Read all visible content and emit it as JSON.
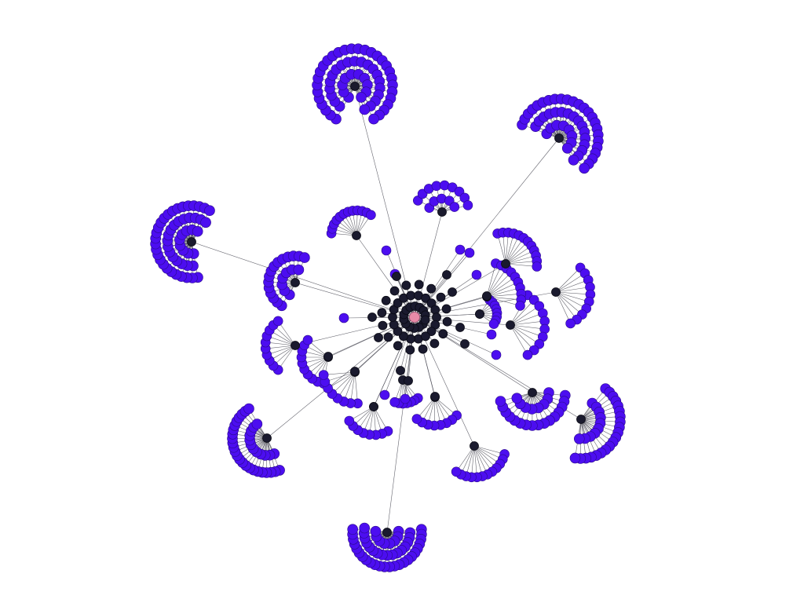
{
  "graph": {
    "layout": "radial-tree",
    "colors": {
      "background": "#ffffff",
      "root": "#e88aa8",
      "hub": "#1a1a2e",
      "leaf": "#4c0ef0",
      "edge": "#4a4a55"
    },
    "root": {
      "id": "root"
    },
    "inner_hub_count": 48,
    "clusters": [
      {
        "id": "cluster-top",
        "leaf_count": 60
      },
      {
        "id": "cluster-upper-right",
        "leaf_count": 48
      },
      {
        "id": "cluster-left",
        "leaf_count": 52
      },
      {
        "id": "cluster-lower-left",
        "leaf_count": 36
      },
      {
        "id": "cluster-bottom",
        "leaf_count": 48
      },
      {
        "id": "cluster-lower-right",
        "leaf_count": 30
      },
      {
        "id": "cluster-right-lower",
        "leaf_count": 24
      },
      {
        "id": "cluster-mid-left",
        "leaf_count": 22
      },
      {
        "id": "cluster-top-small",
        "leaf_count": 14
      },
      {
        "id": "cluster-upper-left-small",
        "leaf_count": 12
      },
      {
        "id": "cluster-right-upper",
        "leaf_count": 12
      },
      {
        "id": "cluster-right-small",
        "leaf_count": 10
      },
      {
        "id": "cluster-right-mid",
        "leaf_count": 10
      },
      {
        "id": "cluster-left-mid",
        "leaf_count": 10
      },
      {
        "id": "cluster-left-lower",
        "leaf_count": 10
      },
      {
        "id": "cluster-bottom-right-small",
        "leaf_count": 12
      },
      {
        "id": "cluster-bottom-small-a",
        "leaf_count": 8
      },
      {
        "id": "cluster-bottom-small-b",
        "leaf_count": 8
      },
      {
        "id": "cluster-bottom-small-c",
        "leaf_count": 7
      },
      {
        "id": "cluster-left-tiny",
        "leaf_count": 8
      },
      {
        "id": "cluster-upper-right-small",
        "leaf_count": 10
      },
      {
        "id": "cluster-right-tiny",
        "leaf_count": 8
      }
    ]
  }
}
